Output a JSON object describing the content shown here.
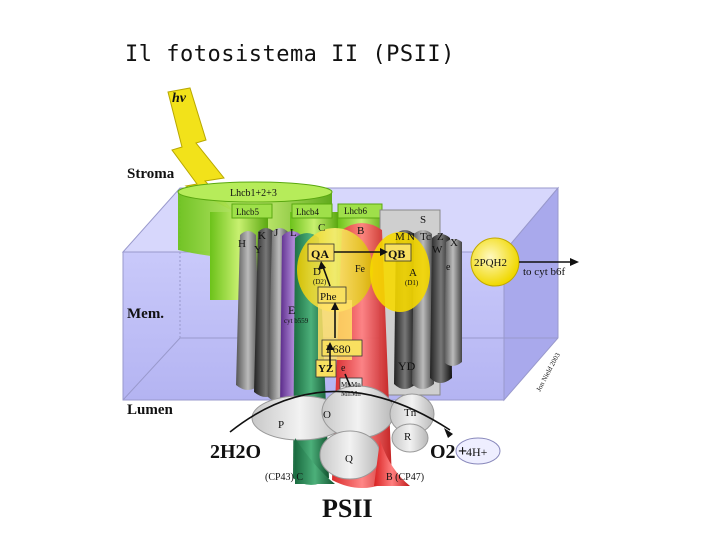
{
  "title": "Il  fotosistema II (PSII)",
  "light": "hv",
  "regions": {
    "stroma": "Stroma",
    "membrane": "Mem.",
    "lumen": "Lumen"
  },
  "caption": "PSII",
  "antenna": {
    "top": "Lhcb1+2+3",
    "lhcb5": "Lhcb5",
    "lhcb4": "Lhcb4",
    "lhcb6": "Lhcb6"
  },
  "subunits": {
    "h": "H",
    "y": "Y",
    "k": "K",
    "j": "J",
    "l": "L",
    "c": "C",
    "b": "B",
    "m": "M",
    "n": "N",
    "tc": "Tc",
    "z": "Z",
    "s": "S",
    "w": "W",
    "x": "X",
    "e_sub": "E",
    "cytb559": "cyt b559",
    "o": "O",
    "p": "P",
    "q": "Q",
    "r": "R",
    "tn": "Tn"
  },
  "cofactors": {
    "qa": "QA",
    "qb": "QB",
    "fe": "Fe",
    "d_d2": "D",
    "d2": "(D2)",
    "a_d1": "A",
    "d1": "(D1)",
    "phe": "Phe",
    "p680": "P680",
    "yz": "YZ",
    "yd": "YD",
    "e1": "e",
    "e2": "e",
    "mn": "Mn"
  },
  "lumen_side": {
    "water": "2H2O",
    "oxygen": "O2",
    "protons": "4H+",
    "cp43": "(CP43) C",
    "cp47": "B (CP47)"
  },
  "stroma_side": {
    "pq": "2PQH2",
    "to_cyt": "to cyt b6f"
  },
  "credit": "Jon Nield 2003",
  "colors": {
    "membrane": "#b8b8f4",
    "antenna": "#8fdc2c",
    "d1": "#ff4444",
    "d2": "#f5d800",
    "cp43": "#2e8b57",
    "cp47": "#e02020",
    "bolt": "#f2e21a"
  }
}
